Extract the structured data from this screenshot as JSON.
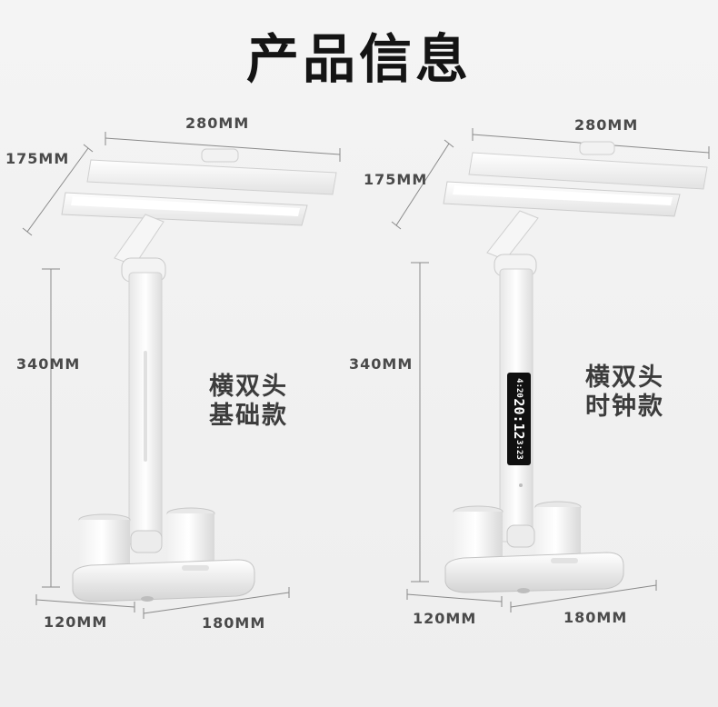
{
  "title": "产品信息",
  "left_lamp": {
    "caption_line1": "横双头",
    "caption_line2": "基础款",
    "width_label": "280MM",
    "depth_label": "175MM",
    "height_label": "340MM",
    "base_depth_label": "120MM",
    "base_width_label": "180MM"
  },
  "right_lamp": {
    "caption_line1": "横双头",
    "caption_line2": "时钟款",
    "width_label": "280MM",
    "depth_label": "175MM",
    "height_label": "340MM",
    "base_depth_label": "120MM",
    "base_width_label": "180MM",
    "lcd": {
      "top": "4:20",
      "time": "20:12",
      "date": "3:23"
    }
  }
}
